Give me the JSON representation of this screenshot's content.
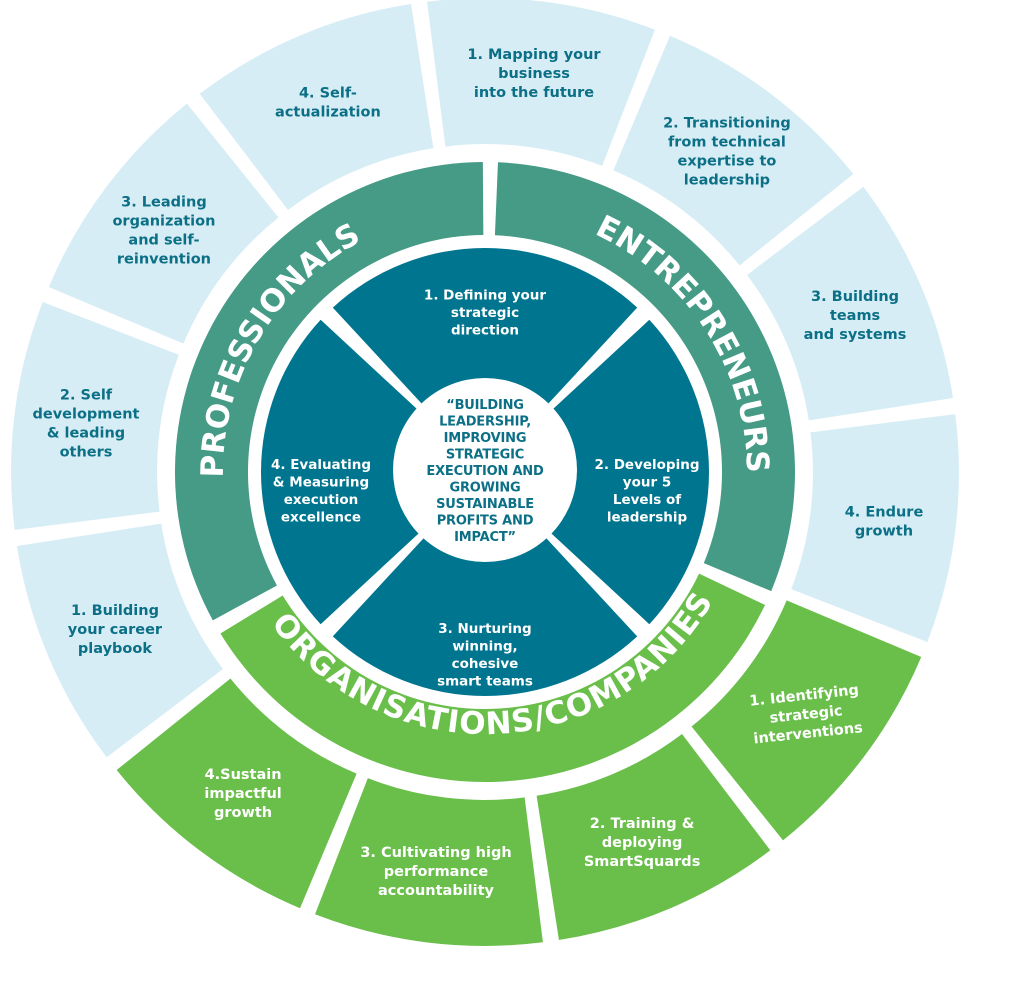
{
  "title": "Leadership & Strategic Execution Wheel",
  "colors": {
    "light_segment": "#d6edf5",
    "light_text": "#0b6f86",
    "green": "#6abf4b",
    "teal_green": "#459b85",
    "dark_teal": "#00758f",
    "white": "#ffffff"
  },
  "center": {
    "lines": [
      "“BUILDING",
      "LEADERSHIP,",
      "IMPROVING",
      "STRATEGIC",
      "EXECUTION AND",
      "GROWING",
      "SUSTAINABLE",
      "PROFITS AND",
      "IMPACT”"
    ]
  },
  "inner_quadrants": [
    {
      "position": "top",
      "lines": [
        "1. Defining your",
        "strategic",
        "direction"
      ]
    },
    {
      "position": "right",
      "lines": [
        "2. Developing",
        "your 5",
        "Levels of",
        "leadership"
      ]
    },
    {
      "position": "bottom",
      "lines": [
        "3. Nurturing",
        "winning,",
        "cohesive",
        "smart teams"
      ]
    },
    {
      "position": "left",
      "lines": [
        "4. Evaluating",
        "& Measuring",
        "execution",
        "excellence"
      ]
    }
  ],
  "audience_ring": [
    {
      "label": "ENTREPRENEURS",
      "color": "#459b85"
    },
    {
      "label": "ORGANISATIONS/COMPANIES",
      "color": "#6abf4b"
    },
    {
      "label": "PROFESSIONALS",
      "color": "#459b85"
    }
  ],
  "outer_segments": [
    {
      "group": "ENTREPRENEURS",
      "lines": [
        "1. Mapping your",
        "business",
        "into the future"
      ],
      "color": "#d6edf5"
    },
    {
      "group": "ENTREPRENEURS",
      "lines": [
        "2. Transitioning",
        "from technical",
        "expertise to",
        "leadership"
      ],
      "color": "#d6edf5"
    },
    {
      "group": "ENTREPRENEURS",
      "lines": [
        "3. Building",
        "teams",
        "and systems"
      ],
      "color": "#d6edf5"
    },
    {
      "group": "ENTREPRENEURS",
      "lines": [
        "4. Endure",
        "growth"
      ],
      "color": "#d6edf5"
    },
    {
      "group": "ORGANISATIONS/COMPANIES",
      "lines": [
        "1. Identifying",
        "strategic",
        "interventions"
      ],
      "color": "#6abf4b"
    },
    {
      "group": "ORGANISATIONS/COMPANIES",
      "lines": [
        "2. Training &",
        "deploying",
        "SmartSquards"
      ],
      "color": "#6abf4b"
    },
    {
      "group": "ORGANISATIONS/COMPANIES",
      "lines": [
        "3. Cultivating high",
        "performance",
        "accountability"
      ],
      "color": "#6abf4b"
    },
    {
      "group": "ORGANISATIONS/COMPANIES",
      "lines": [
        "4.Sustain",
        "impactful",
        "growth"
      ],
      "color": "#6abf4b"
    },
    {
      "group": "PROFESSIONALS",
      "lines": [
        "1. Building",
        "your career",
        "playbook"
      ],
      "color": "#d6edf5"
    },
    {
      "group": "PROFESSIONALS",
      "lines": [
        "2. Self",
        "development",
        "& leading",
        "others"
      ],
      "color": "#d6edf5"
    },
    {
      "group": "PROFESSIONALS",
      "lines": [
        "3. Leading",
        "organization",
        "and self-",
        "reinvention"
      ],
      "color": "#d6edf5"
    },
    {
      "group": "PROFESSIONALS",
      "lines": [
        "4. Self-",
        "actualization"
      ],
      "color": "#d6edf5"
    }
  ]
}
